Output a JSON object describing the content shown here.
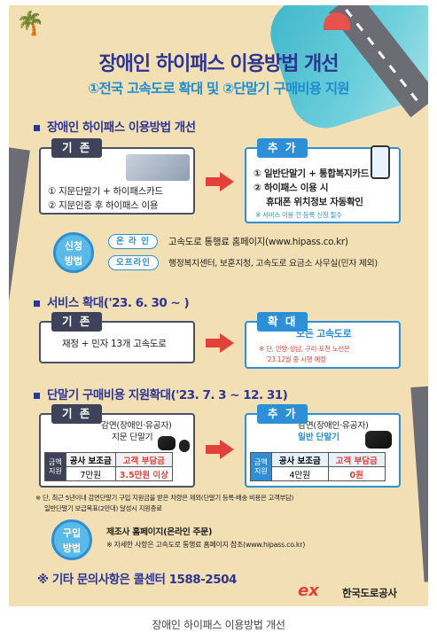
{
  "title": {
    "main": "장애인 하이패스 이용방법 개선",
    "sub": "①전국 고속도로 확대 및 ②단말기 구매비용 지원"
  },
  "section1": {
    "heading": "장애인 하이패스 이용방법 개선",
    "old_tag": "기 존",
    "old_items": [
      "① 지문단말기 + 하이패스카드",
      "② 지문인증 후 하이패스 이용"
    ],
    "new_tag": "추 가",
    "new_items": [
      "① 일반단말기 + 통합복지카드",
      "② 하이패스 이용 시",
      "휴대폰 위치정보 자동확인"
    ],
    "new_note": "※ 서비스 이용 전 등록 신청 필수",
    "apply_label": "신청 방법",
    "apply_label_l1": "신청",
    "apply_label_l2": "방법",
    "online_pill": "온 라 인",
    "online_text": "고속도로 통행료 홈페이지(www.hipass.co.kr)",
    "offline_pill": "오프라인",
    "offline_text": "행정복지센터, 보훈지청, 고속도로 요금소 사무실(민자 제외)"
  },
  "section2": {
    "heading": "서비스 확대('23. 6. 30 ~ )",
    "old_tag": "기 존",
    "old_text": "재정 + 민자 13개 고속도로",
    "new_tag": "확 대",
    "new_text": "모든 고속도로",
    "new_note_l1": "※ 단, 안양-성남, 구리-포천 노선은",
    "new_note_l2": "'23.12월 중 시행 예정"
  },
  "section3": {
    "heading": "단말기 구매비용 지원확대('23. 7. 3 ~ 12. 31)",
    "old_tag": "기 존",
    "old_title_l1": "감면(장애인·유공자)",
    "old_title_l2": "지문 단말기",
    "fee_label": "금액 지원",
    "fee_label_l1": "금액",
    "fee_label_l2": "지원",
    "col_subsidy": "공사 보조금",
    "col_customer": "고객 부담금",
    "old_subsidy": "7만원",
    "old_customer": "3.5만원 이상",
    "new_tag": "추 가",
    "new_title_l1": "감면(장애인·유공자)",
    "new_title_l2": "일반 단말기",
    "new_subsidy": "4만원",
    "new_customer": "0원",
    "footnote_l1": "※ 단, 최근 5년이내 감면단말기 구입 지원금을 받은 차량은 제외(단말기 등록·배송 비용은 고객부담)",
    "footnote_l2": "일반단말기 보급목표(2만대) 달성시 지원종료",
    "purchase_label_l1": "구입",
    "purchase_label_l2": "방법",
    "purchase_text": "제조사 홈페이지(온라인 주문)",
    "purchase_note": "※ 자세한 사항은 고속도로 통행료 홈페이지 참조(www.hipass.co.kr)"
  },
  "contact": "※ 기타 문의사항은 콜센터 1588-2504",
  "brand": {
    "logo": "ex",
    "name": "한국도로공사"
  },
  "caption": "장애인 하이패스 이용방법 개선",
  "colors": {
    "navy": "#2d3592",
    "blue": "#2d8fd6",
    "red": "#e2413a",
    "sand": "#f3dfb4"
  }
}
